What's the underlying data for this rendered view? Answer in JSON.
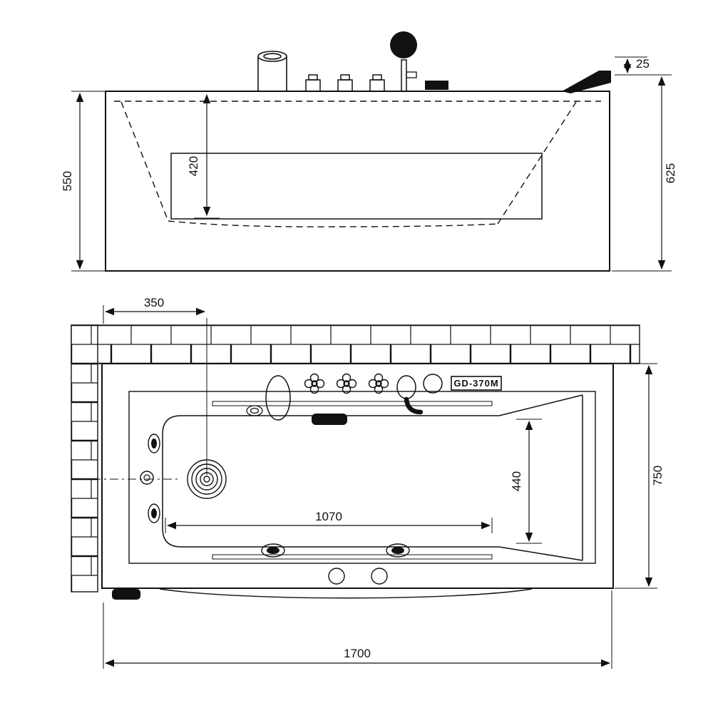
{
  "model_label": "GD-370M",
  "side_view": {
    "height": "550",
    "depth": "420",
    "overall_height": "625",
    "headrest_height": "25"
  },
  "plan_view": {
    "faucet_offset": "350",
    "width": "750",
    "inner_width": "440",
    "inner_length": "1070",
    "length": "1700"
  }
}
